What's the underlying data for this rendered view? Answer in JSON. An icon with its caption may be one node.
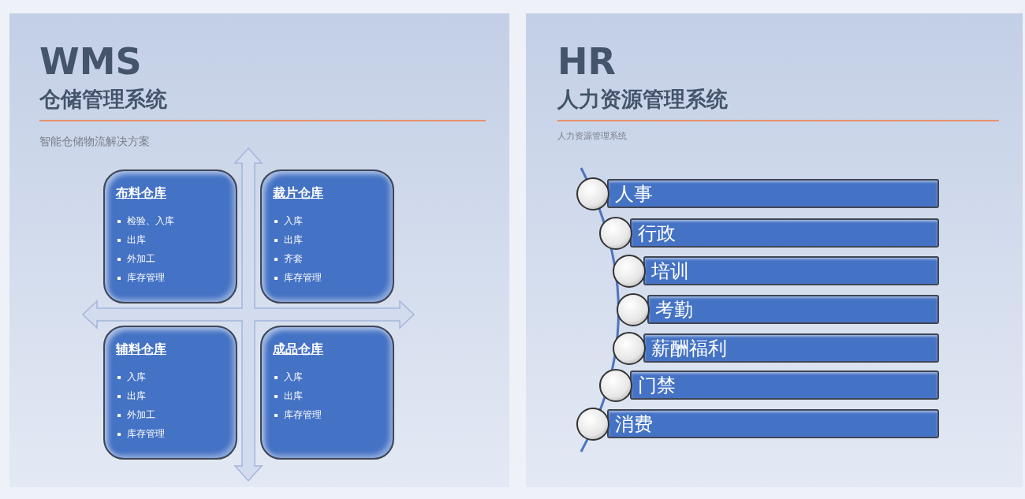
{
  "diagram": {
    "nodes": [
      {
        "text": [
          "WMS",
          "仓储管理系统",
          "智能仓储物流解决方案"
        ]
      },
      {
        "text": [
          "布料仓库",
          "检验、入库",
          "出库",
          "外加工",
          "库存管理"
        ],
        "in": 0
      },
      {
        "text": [
          "裁片仓库",
          "入库",
          "出库",
          "齐套",
          "库存管理"
        ],
        "in": 0
      },
      {
        "text": [
          "辅料仓库",
          "入库",
          "出库",
          "外加工",
          "库存管理"
        ],
        "in": 0
      },
      {
        "text": [
          "成品仓库",
          "入库",
          "出库",
          "库存管理"
        ],
        "in": 0
      },
      {
        "text": [
          "HR",
          "人力资源管理系统",
          "人力资源管理系统"
        ]
      },
      {
        "text": [
          "人事"
        ],
        "in": 5
      },
      {
        "text": [
          "行政"
        ],
        "in": 5
      },
      {
        "text": [
          "培训"
        ],
        "in": 5
      },
      {
        "text": [
          "考勤"
        ],
        "in": 5
      },
      {
        "text": [
          "薪酬福利"
        ],
        "in": 5
      },
      {
        "text": [
          "门禁"
        ],
        "in": 5
      },
      {
        "text": [
          "消费"
        ],
        "in": 5
      }
    ],
    "edges": []
  }
}
